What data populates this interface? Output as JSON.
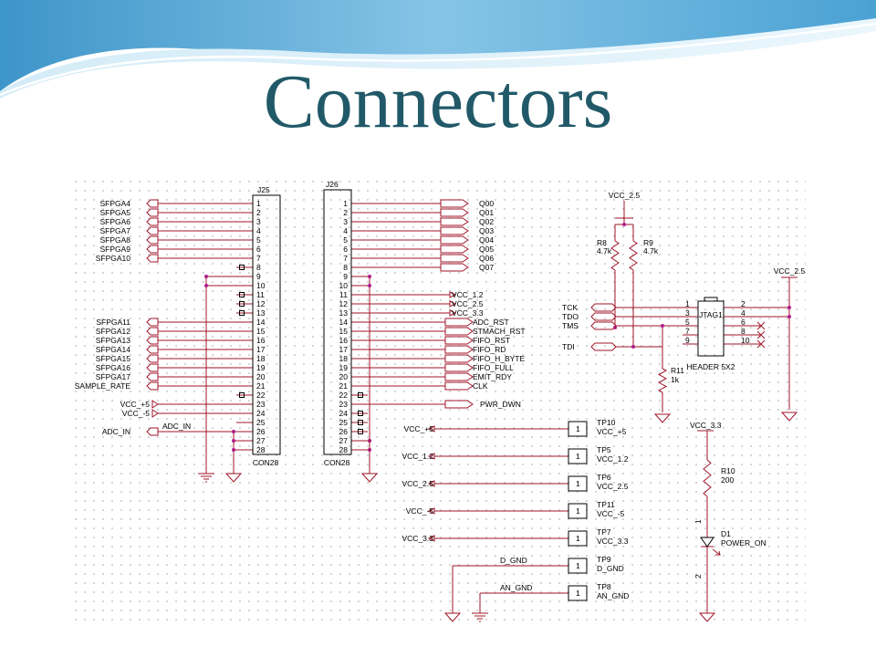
{
  "title": "Connectors",
  "colors": {
    "title": "#215968",
    "wire": "#a0162a",
    "symbol": "#000000",
    "swoosh": "#5aa8d6"
  },
  "j25": {
    "ref": "J25",
    "part": "CON28",
    "pins": [
      "1",
      "2",
      "3",
      "4",
      "5",
      "6",
      "7",
      "8",
      "9",
      "10",
      "11",
      "12",
      "13",
      "14",
      "15",
      "16",
      "17",
      "18",
      "19",
      "20",
      "21",
      "22",
      "23",
      "24",
      "25",
      "26",
      "27",
      "28"
    ],
    "group1": [
      "SFPGA4",
      "SFPGA5",
      "SFPGA6",
      "SFPGA7",
      "SFPGA8",
      "SFPGA9",
      "SFPGA10"
    ],
    "group2": [
      "SFPGA11",
      "SFPGA12",
      "SFPGA13",
      "SFPGA14",
      "SFPGA15",
      "SFPGA16",
      "SFPGA17",
      "SAMPLE_RATE"
    ],
    "power": [
      "VCC_+5",
      "VCC_-5"
    ],
    "adc_port": "ADC_IN",
    "adc_net": "ADC_IN"
  },
  "j26": {
    "ref": "J26",
    "part": "CON28",
    "pins": [
      "1",
      "2",
      "3",
      "4",
      "5",
      "6",
      "7",
      "8",
      "9",
      "10",
      "11",
      "12",
      "13",
      "14",
      "15",
      "16",
      "17",
      "18",
      "19",
      "20",
      "21",
      "22",
      "23",
      "24",
      "25",
      "26",
      "27",
      "28"
    ],
    "outputs": [
      "Q00",
      "Q01",
      "Q02",
      "Q03",
      "Q04",
      "Q05",
      "Q06",
      "Q07"
    ],
    "power": [
      "VCC_1.2",
      "VCC_2.5",
      "VCC_3.3"
    ],
    "signals": [
      "ADC_RST",
      "STMACH_RST",
      "FIFO_RST",
      "FIFO_RD",
      "FIFO_H_BYTE",
      "FIFO_FULL",
      "EMIT_RDY",
      "CLK"
    ],
    "pwr_dwn": "PWR_DWN"
  },
  "jtag": {
    "ref": "JTAG1",
    "part": "HEADER 5X2",
    "top_rail": "VCC_2.5",
    "right_rail": "VCC_2.5",
    "r8": {
      "ref": "R8",
      "value": "4.7k"
    },
    "r9": {
      "ref": "R9",
      "value": "4.7k"
    },
    "r11": {
      "ref": "R11",
      "value": "1k"
    },
    "signals": [
      "TCK",
      "TDO",
      "TMS",
      "TDI"
    ],
    "left_pins": [
      "1",
      "3",
      "5",
      "7",
      "9"
    ],
    "right_pins": [
      "2",
      "4",
      "6",
      "8",
      "10"
    ]
  },
  "testpoints": [
    {
      "net": "VCC_+5",
      "ref": "TP10",
      "label": "VCC_+5"
    },
    {
      "net": "VCC_1.2",
      "ref": "TP5",
      "label": "VCC_1.2"
    },
    {
      "net": "VCC_2.5",
      "ref": "TP6",
      "label": "VCC_2.5"
    },
    {
      "net": "VCC_-5",
      "ref": "TP11",
      "label": "VCC_-5"
    },
    {
      "net": "VCC_3.3",
      "ref": "TP7",
      "label": "VCC_3.3"
    },
    {
      "net": "D_GND",
      "ref": "TP9",
      "label": "D_GND"
    },
    {
      "net": "AN_GND",
      "ref": "TP8",
      "label": "AN_GND"
    }
  ],
  "tp_pin": "1",
  "led": {
    "rail": "VCC_3.3",
    "r_ref": "R10",
    "r_value": "200",
    "d_ref": "D1",
    "d_value": "POWER_ON",
    "anode": "1",
    "cathode": "2"
  }
}
